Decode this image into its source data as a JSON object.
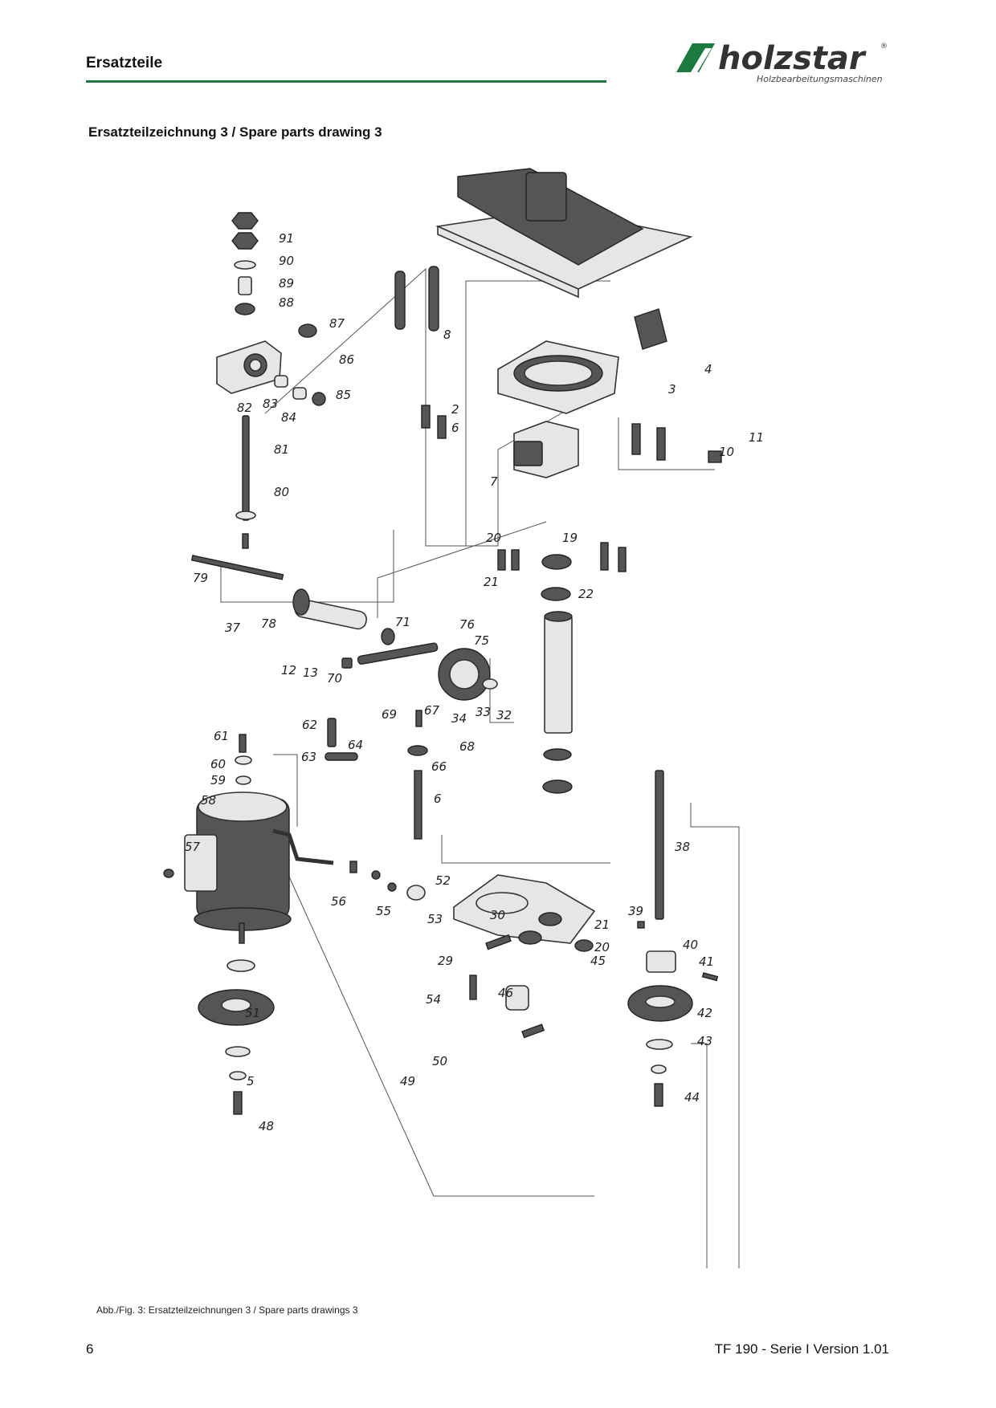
{
  "header": {
    "title": "Ersatzteile",
    "logo_text": "holzstar",
    "logo_tagline": "Holzbearbeitungsmaschinen",
    "logo_mark": "®",
    "rule_color": "#1b7a3e"
  },
  "section": {
    "title": "Ersatzteilzeichnung 3 / Spare parts drawing 3"
  },
  "drawing": {
    "labels": [
      "91",
      "90",
      "89",
      "88",
      "87",
      "86",
      "85",
      "84",
      "83",
      "82",
      "81",
      "80",
      "79",
      "78",
      "37",
      "12",
      "13",
      "70",
      "71",
      "76",
      "75",
      "69",
      "34",
      "33",
      "32",
      "8",
      "4",
      "3",
      "2",
      "6",
      "7",
      "10",
      "11",
      "20",
      "19",
      "21",
      "22",
      "67",
      "68",
      "66",
      "6",
      "62",
      "64",
      "63",
      "61",
      "60",
      "59",
      "58",
      "57",
      "56",
      "55",
      "54",
      "53",
      "52",
      "29",
      "51",
      "5",
      "48",
      "30",
      "50",
      "49",
      "46",
      "45",
      "21",
      "20",
      "38",
      "39",
      "40",
      "41",
      "42",
      "43",
      "44"
    ]
  },
  "caption": "Abb./Fig. 3: Ersatzteilzeichnungen 3  / Spare parts drawings 3",
  "footer": {
    "page_number": "6",
    "doc_version": "TF 190 - Serie I Version 1.01"
  }
}
